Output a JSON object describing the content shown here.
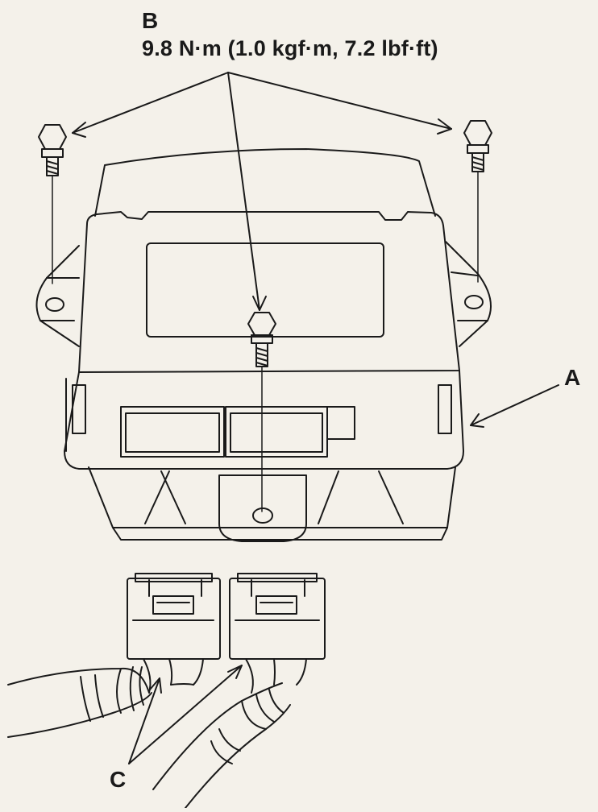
{
  "callouts": {
    "a": {
      "label": "A"
    },
    "b": {
      "label": "B",
      "torque": "9.8 N·m (1.0 kgf·m, 7.2 lbf·ft)"
    },
    "c": {
      "label": "C"
    }
  },
  "colors": {
    "paper": "#f4f1ea",
    "ink": "#1a1a1a"
  }
}
